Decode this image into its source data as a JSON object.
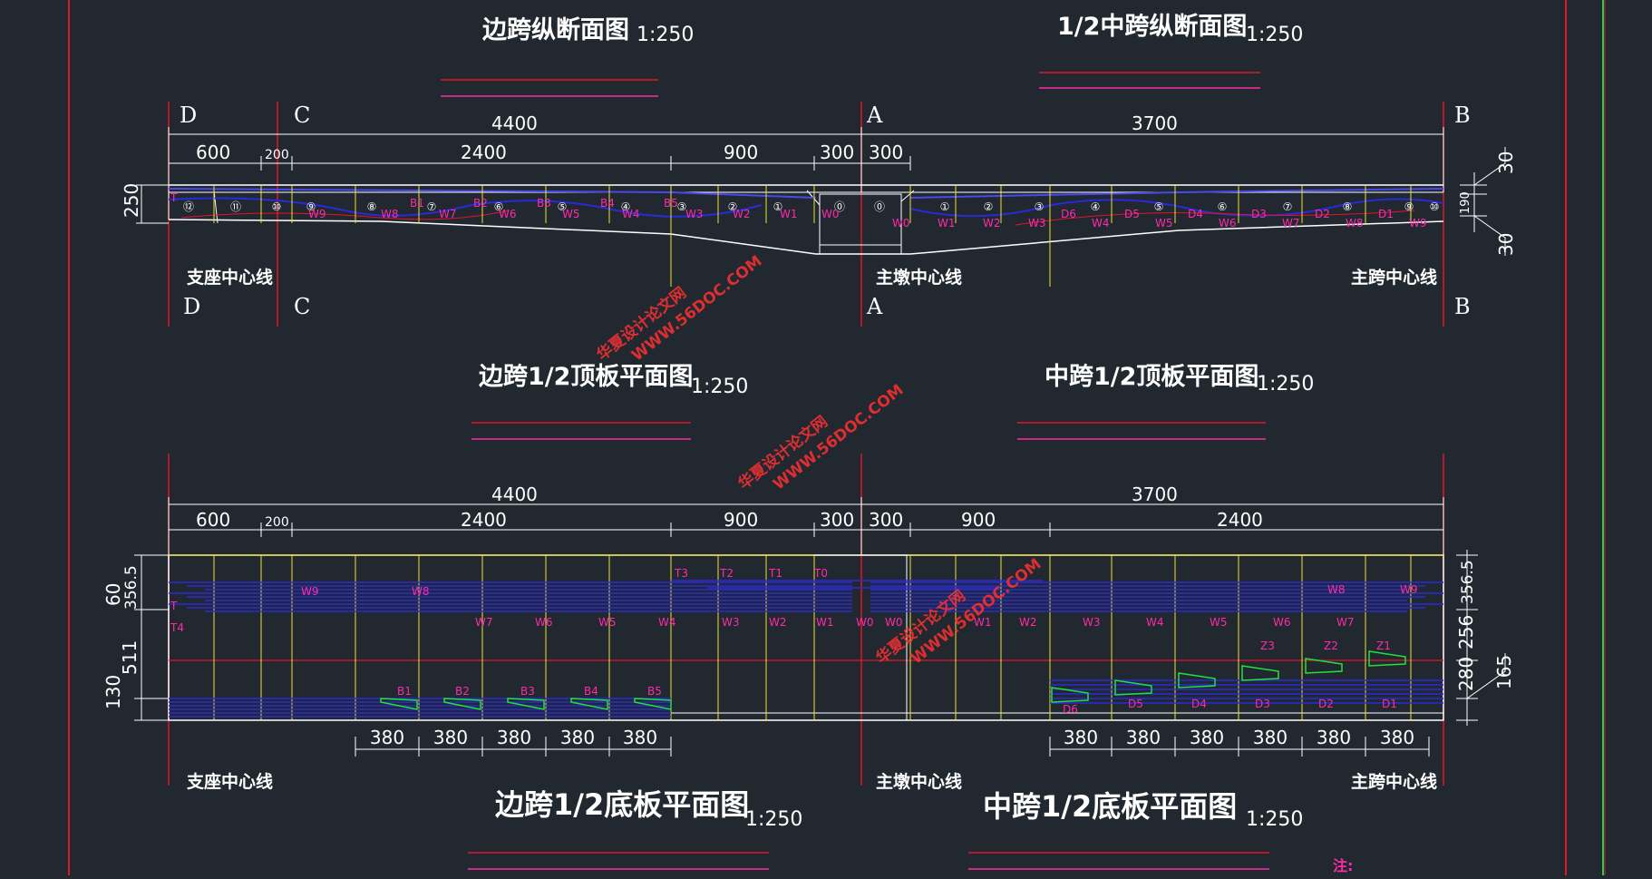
{
  "titles": {
    "side_long": "边跨纵断面图",
    "mid_long": "1/2中跨纵断面图",
    "side_top": "边跨1/2顶板平面图",
    "mid_top": "中跨1/2顶板平面图",
    "side_bottom": "边跨1/2底板平面图",
    "mid_bottom": "中跨1/2底板平面图"
  },
  "scale": "1:250",
  "sections": {
    "d": "D",
    "c": "C",
    "a": "A",
    "b": "B"
  },
  "dims": {
    "total_side": "4400",
    "total_mid": "3700",
    "side_parts": [
      "600",
      "200",
      "2400",
      "900",
      "300"
    ],
    "mid_parts_long": [
      "300"
    ],
    "mid_parts_plan": [
      "300",
      "900",
      "2400"
    ],
    "strand_spacing": "380",
    "long_left": "250",
    "long_right_top": "30",
    "long_right_mid": "190",
    "long_right_bot": "30",
    "plan_left_top": "356.5",
    "plan_left_a": "60",
    "plan_left_b": "511",
    "plan_left_c": "130",
    "plan_right": [
      "356.5",
      "256",
      "280",
      "165"
    ]
  },
  "centerlines": {
    "support": "支座中心线",
    "pier": "主墩中心线",
    "mid": "主跨中心线"
  },
  "segments_side": [
    "⑫",
    "⑪",
    "⑩",
    "⑨",
    "⑧",
    "⑦",
    "⑥",
    "⑤",
    "④",
    "③",
    "②",
    "①",
    "⓪"
  ],
  "segments_mid": [
    "⓪",
    "①",
    "②",
    "③",
    "④",
    "⑤",
    "⑥",
    "⑦",
    "⑧",
    "⑨",
    "⑩"
  ],
  "tendons": {
    "side_web": [
      "W9",
      "W8",
      "W7",
      "W6",
      "W5",
      "W4",
      "W3",
      "W2",
      "W1",
      "W0"
    ],
    "side_bottom": [
      "B1",
      "B2",
      "B3",
      "B4",
      "B5"
    ],
    "mid_web": [
      "W0",
      "W1",
      "W2",
      "W3",
      "W4",
      "W5",
      "W6",
      "W7",
      "W8",
      "W9"
    ],
    "mid_bottom": [
      "D6",
      "D5",
      "D4",
      "D3",
      "D2",
      "D1"
    ],
    "closure": [
      "Z3",
      "Z2",
      "Z1"
    ],
    "top": [
      "T3",
      "T2",
      "T1",
      "T0"
    ],
    "end": [
      "T",
      "T4"
    ]
  },
  "watermark": {
    "site": "华夏设计论文网",
    "url": "WWW.56DOC.COM"
  },
  "note": "注:",
  "colors": {
    "background": "#212830",
    "frame": "#e0162b",
    "dim_line": "#ffffff",
    "grid": "#f0e030",
    "tendon": "#2a2ad8",
    "tag": "#ff2aa8",
    "bottom_tendon": "#22e040",
    "border_green": "#21d14a"
  }
}
